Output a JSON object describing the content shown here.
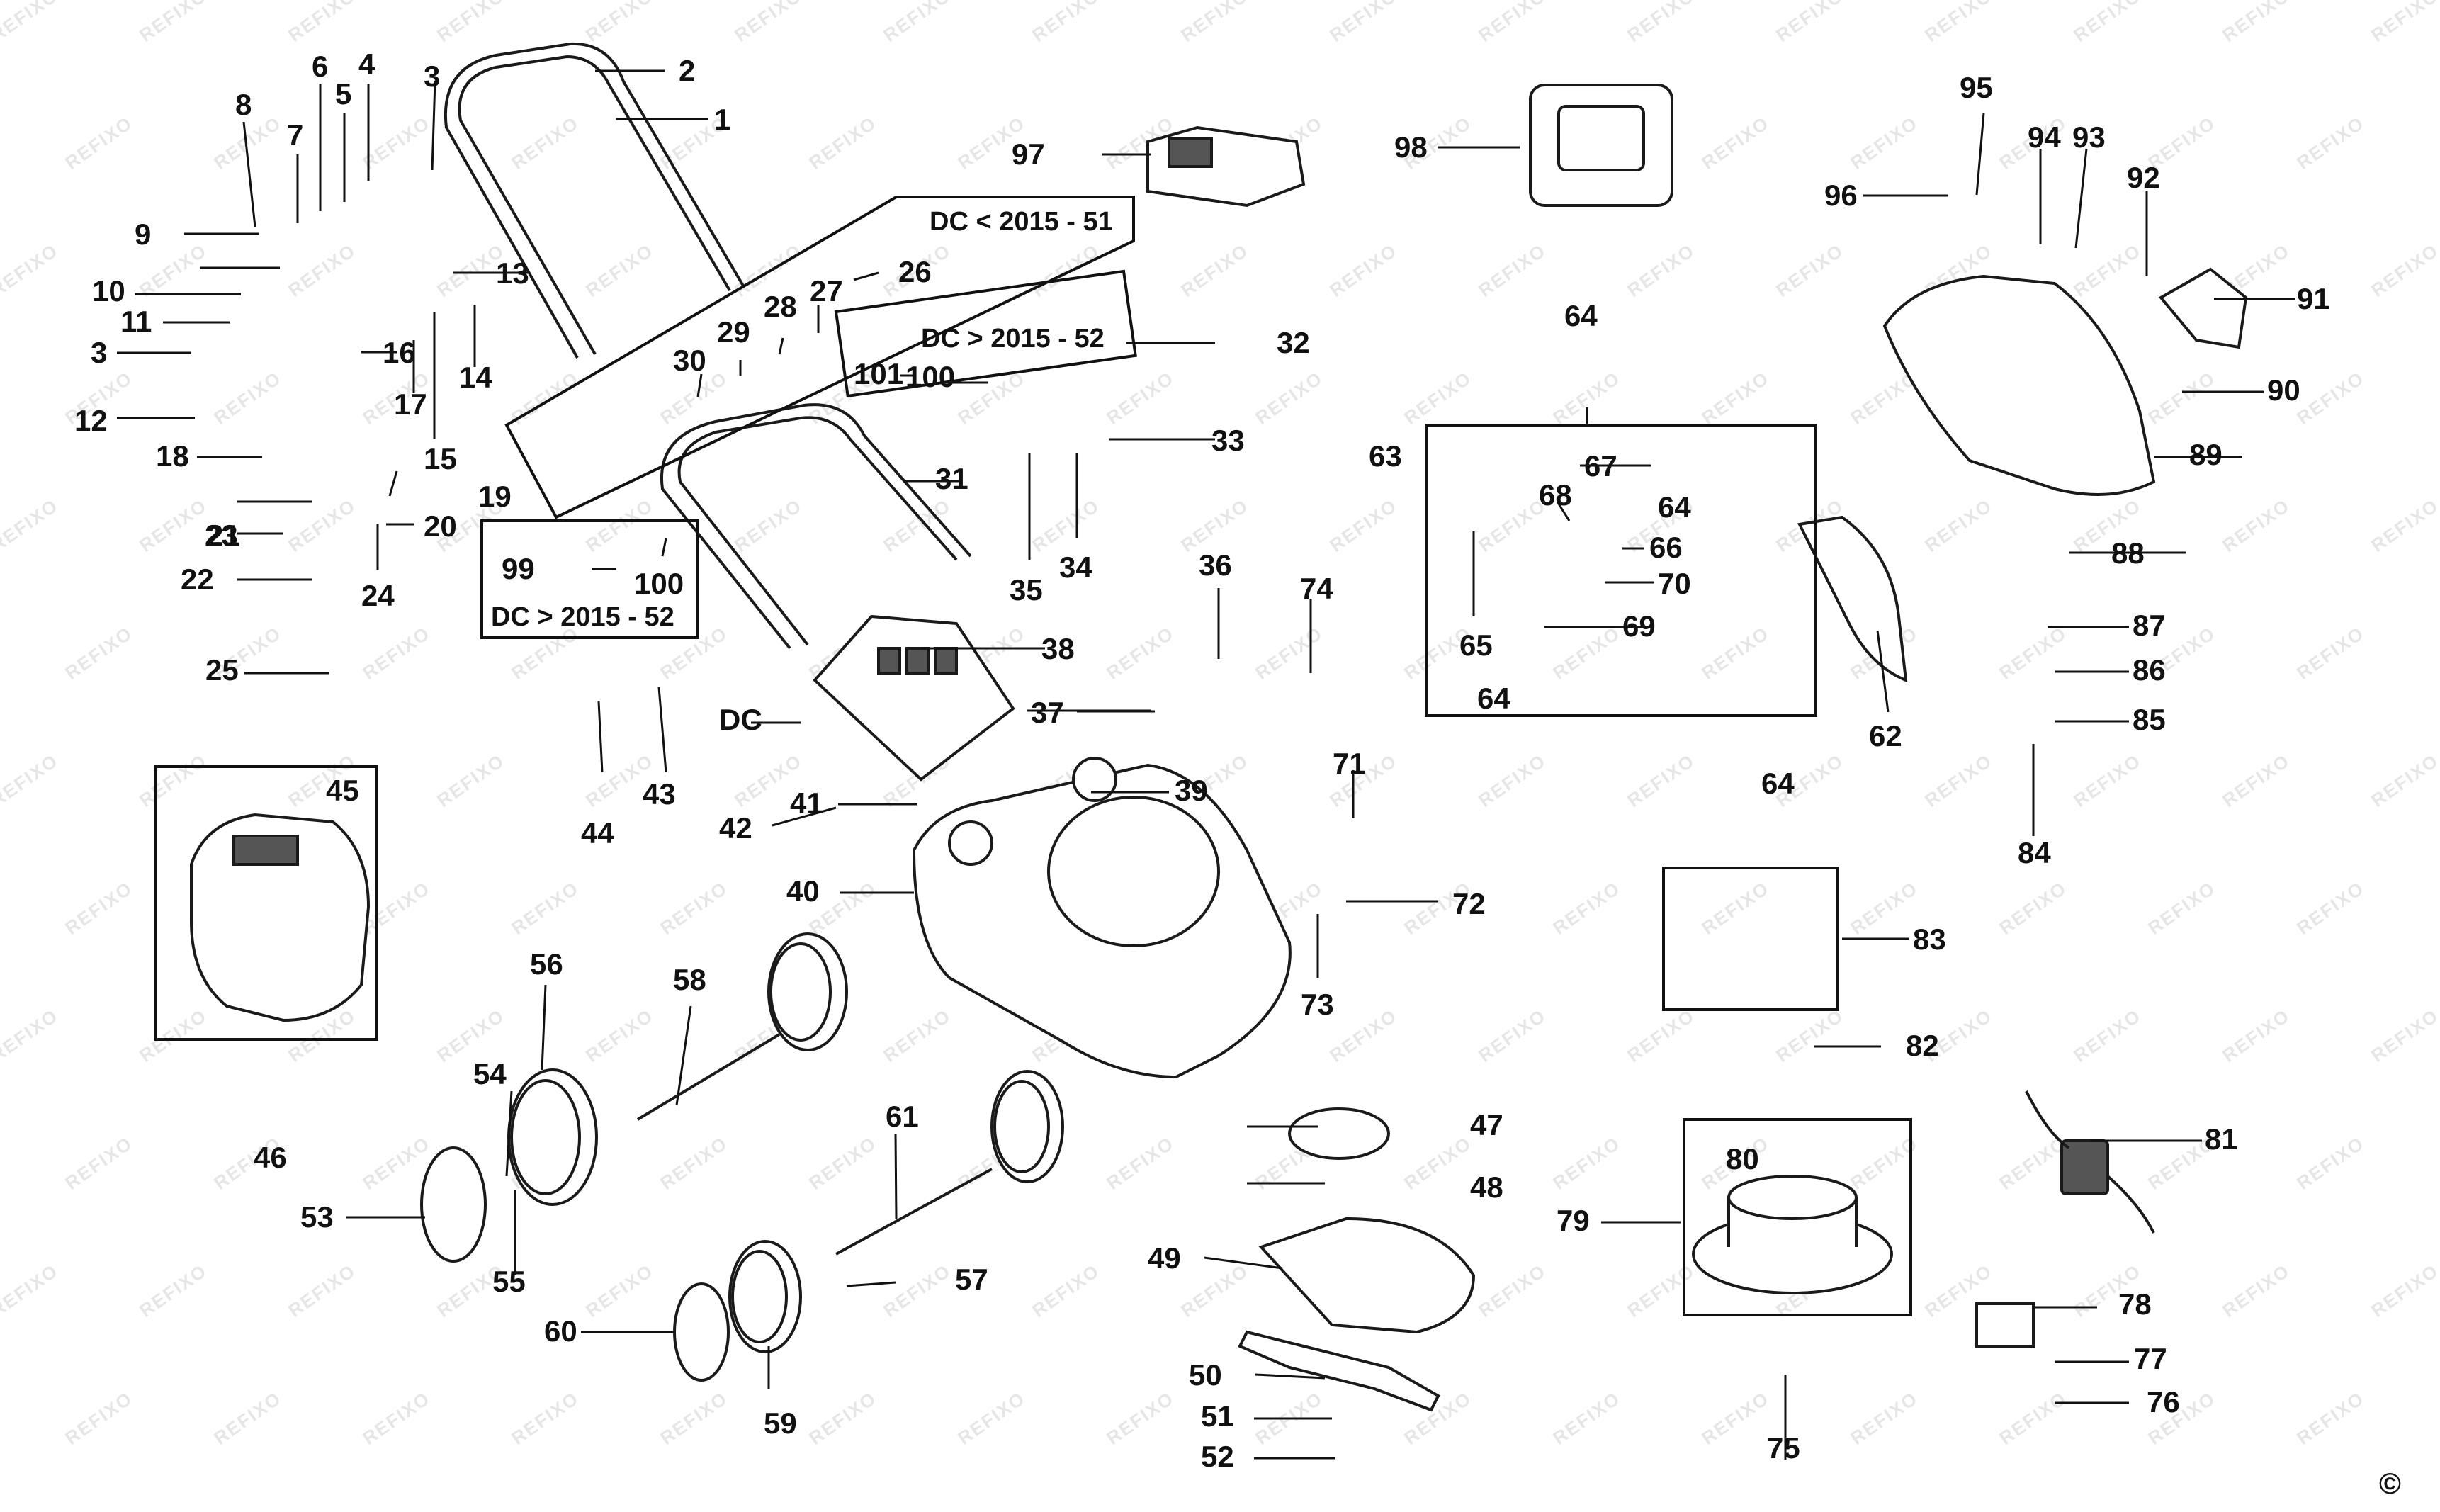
{
  "watermark": "REFIXO",
  "copyright": "©",
  "notes": {
    "dc_lt_2015": "DC < 2015 - 51",
    "dc_gt_2015_a": "DC > 2015 - 52",
    "dc_gt_2015_b": "DC > 2015 - 52",
    "dc": "DC"
  },
  "callouts": [
    "1",
    "2",
    "3",
    "3",
    "4",
    "5",
    "6",
    "7",
    "8",
    "9",
    "10",
    "11",
    "12",
    "13",
    "14",
    "15",
    "16",
    "17",
    "18",
    "19",
    "20",
    "21",
    "22",
    "23",
    "24",
    "25",
    "26",
    "27",
    "28",
    "29",
    "30",
    "31",
    "32",
    "33",
    "34",
    "35",
    "36",
    "37",
    "38",
    "39",
    "40",
    "41",
    "42",
    "43",
    "44",
    "45",
    "46",
    "47",
    "48",
    "49",
    "50",
    "51",
    "52",
    "53",
    "54",
    "55",
    "56",
    "57",
    "58",
    "59",
    "60",
    "61",
    "62",
    "63",
    "64",
    "64",
    "64",
    "64",
    "65",
    "66",
    "67",
    "68",
    "69",
    "70",
    "71",
    "72",
    "73",
    "74",
    "75",
    "76",
    "77",
    "78",
    "79",
    "80",
    "81",
    "82",
    "83",
    "84",
    "85",
    "86",
    "87",
    "88",
    "89",
    "90",
    "91",
    "92",
    "93",
    "94",
    "95",
    "96",
    "97",
    "98",
    "99",
    "100",
    "100",
    "101",
    "101"
  ]
}
